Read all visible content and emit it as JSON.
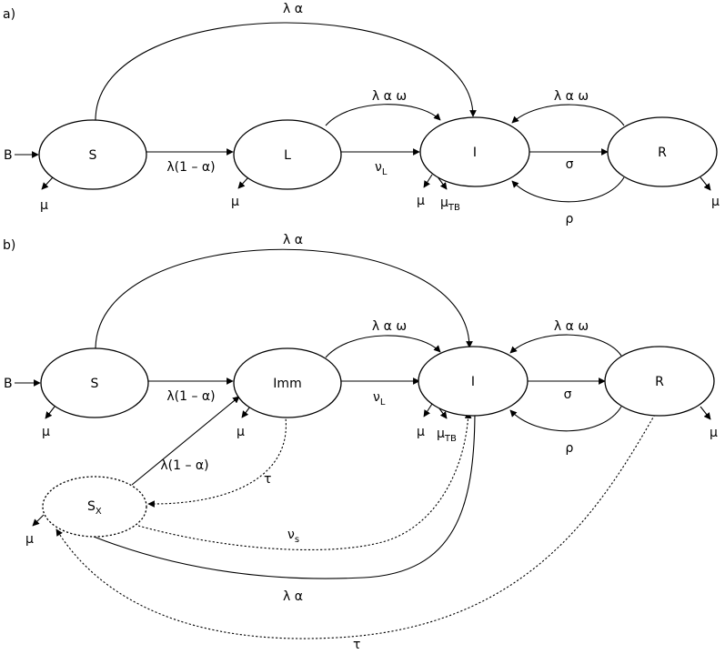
{
  "panels": [
    {
      "label": "a)",
      "nodes": {
        "s": "S",
        "l": "L",
        "i": "I",
        "r": "R"
      },
      "inflow": "B",
      "edges": {
        "s_to_i": "λ α",
        "s_to_l": "λ(1 – α)",
        "l_to_i_direct": "ν",
        "l_to_i_direct_sub": "L",
        "l_to_i_arc": "λ α ω",
        "i_to_r": "σ",
        "r_to_i_top": "λ α ω",
        "r_to_i_bottom": "ρ"
      },
      "mortality": {
        "s": "μ",
        "l": "μ",
        "i": "μ",
        "i_tb": "μ",
        "i_tb_sub": "TB",
        "r": "μ"
      }
    },
    {
      "label": "b)",
      "nodes": {
        "s": "S",
        "imm": "Imm",
        "i": "I",
        "r": "R",
        "sx": "S",
        "sx_sub": "X"
      },
      "inflow": "B",
      "edges": {
        "s_to_i": "λ α",
        "s_to_imm": "λ(1 – α)",
        "imm_to_i_direct": "ν",
        "imm_to_i_direct_sub": "L",
        "imm_to_i_arc": "λ α ω",
        "i_to_r": "σ",
        "r_to_i_top": "λ α ω",
        "r_to_i_bottom": "ρ",
        "sx_to_imm": "λ(1 – α)",
        "imm_to_sx": "τ",
        "sx_to_i_dashed": "ν",
        "sx_to_i_dashed_sub": "s",
        "sx_to_i_solid": "λ α",
        "r_to_sx": "τ"
      },
      "mortality": {
        "s": "μ",
        "imm": "μ",
        "i": "μ",
        "i_tb": "μ",
        "i_tb_sub": "TB",
        "r": "μ",
        "sx": "μ"
      }
    }
  ]
}
